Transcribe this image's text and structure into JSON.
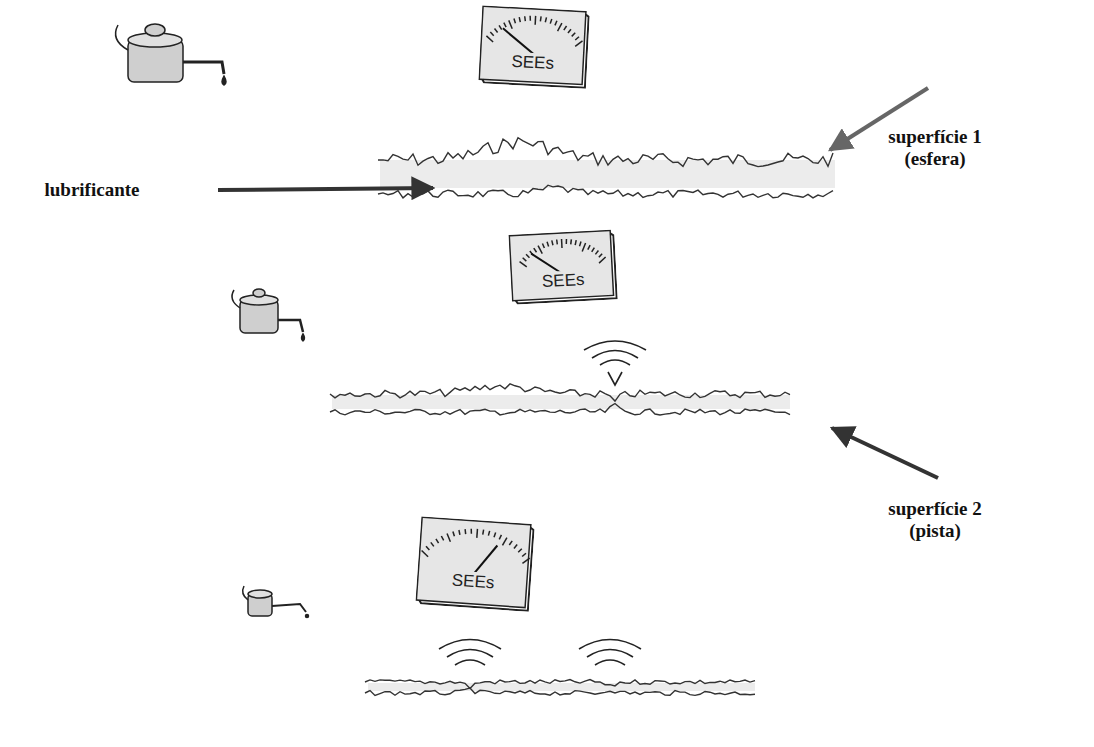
{
  "diagram": {
    "nodes": [
      {
        "text": [
          "SEEs"
        ]
      },
      {
        "text": [
          "SEEs"
        ]
      },
      {
        "text": [
          "SEEs"
        ]
      }
    ],
    "labels": [
      "lubrificante",
      "superfície 1 (esfera)",
      "superfície 2 (pista)"
    ]
  }
}
